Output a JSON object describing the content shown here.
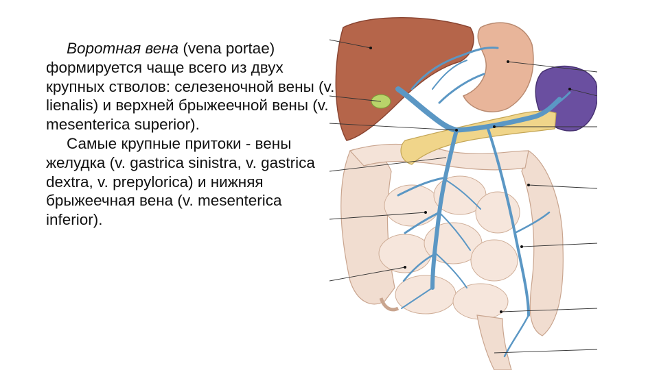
{
  "paragraph1": {
    "term_italic": "Воротная вена",
    "text": " (vena portae) формируется чаще всего из двух крупных стволов: селезеночной вены (v. lienalis) и верхней брыжеечной вены (v. mesenterica superior)."
  },
  "paragraph2": {
    "text": "Самые крупные притоки - вены желудка (v. gastrica sinistra, v. gastrica dextra, v. prepylorica) и нижняя брыжеечная вена (v. mesenterica inferior)."
  },
  "colors": {
    "liver": "#b5654a",
    "stomach": "#e8b59a",
    "spleen": "#6a4fa0",
    "pancreas": "#f0d58a",
    "vein": "#5b97c4",
    "intestine": "#f1ddd0",
    "gallbladder": "#b9d46a"
  }
}
